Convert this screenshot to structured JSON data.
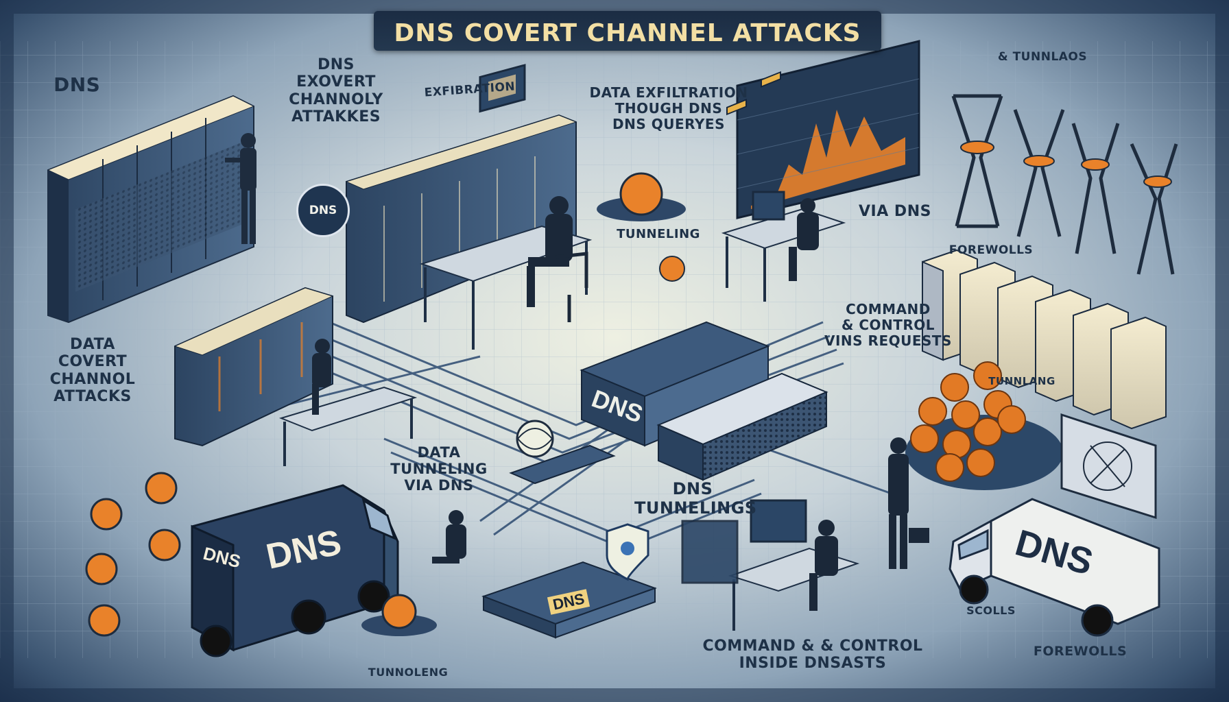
{
  "title": "DNS COVERT CHANNEL ATTACKS",
  "labels": {
    "dns_top_left": "DNS",
    "exovert": "DNS\nEXOVERT\nCHANNOLY\nATTAKKES",
    "exfibration": "EXFIBRATION",
    "data_exfiltration": "DATA EXFILTRATION\nTHOUGH DNS\nDNS QUERYES",
    "tunnlaos": "& TUNNLAOS",
    "tunneling_mid": "TUNNELING",
    "via_dns": "VIA DNS",
    "forewolls_top": "FOREWOLLS",
    "command_control_requests": "COMMAND\n& CONTROL\nVINS REQUESTS",
    "data_covert": "DATA\nCOVERT\nCHANNOL\nATTACKS",
    "tunnlang": "TUNNLANG",
    "data_tunneling": "DATA\nTUNNELING\nVIA DNS",
    "dns_tunnelings": "DNS\nTUNNELINGS",
    "command_control_inside": "COMMAND & & CONTROL\nINSIDE DNSASTS",
    "tunnoleng": "TUNNOLENG",
    "scolls": "SCOLLS",
    "forewolls_bottom": "FOREWOLLS"
  },
  "badges": {
    "dns_round_badge": "DNS",
    "dns_server_block": "DNS",
    "van_left_large": "DNS",
    "van_left_small": "DNS",
    "van_right": "DNS",
    "dns_floor_mat": "DNS"
  },
  "colors": {
    "navy": "#1e3147",
    "server_blue": "#3b5676",
    "cream": "#efe3bf",
    "orange": "#e9822a",
    "title_gold": "#f3dfa4"
  },
  "icons": {
    "shield": "shield-icon",
    "sphere": "network-globe-icon",
    "tokens": "orange-coin-icon"
  }
}
